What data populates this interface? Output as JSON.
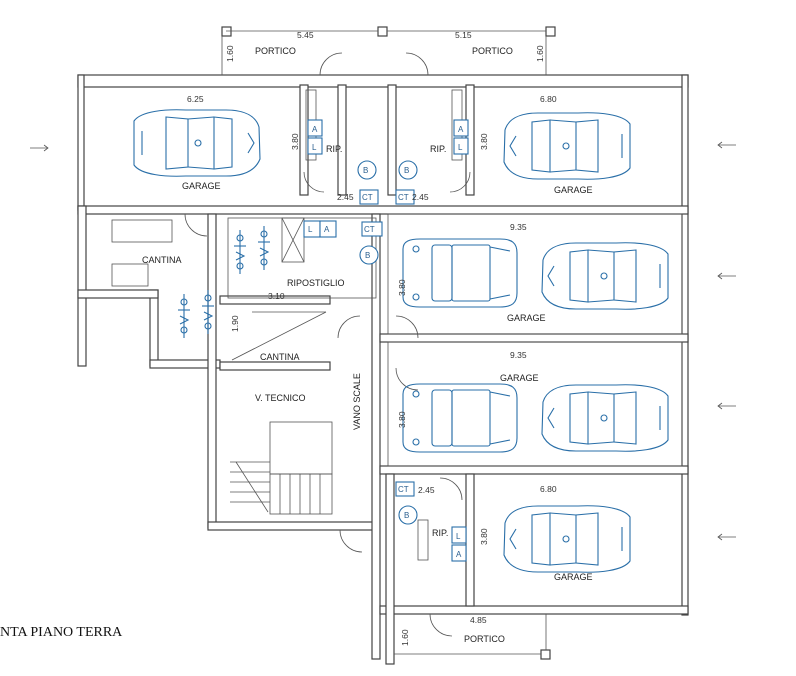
{
  "title": "NTA PIANO TERRA",
  "rooms": {
    "portico_tl": "PORTICO",
    "portico_tr": "PORTICO",
    "portico_b": "PORTICO",
    "garage_1": "GARAGE",
    "garage_2": "GARAGE",
    "garage_3": "GARAGE",
    "garage_4": "GARAGE",
    "garage_5": "GARAGE",
    "cantina_1": "CANTINA",
    "cantina_2": "CANTINA",
    "ripostiglio": "RIPOSTIGLIO",
    "rip_1": "RIP.",
    "rip_2": "RIP.",
    "rip_3": "RIP.",
    "v_tecnico": "V. TECNICO",
    "vano_scale": "VANO SCALE"
  },
  "dimensions": {
    "d_545": "5.45",
    "d_515": "5.15",
    "d_160a": "1.60",
    "d_160b": "1.60",
    "d_160c": "1.60",
    "d_625": "6.25",
    "d_680a": "6.80",
    "d_680b": "6.80",
    "d_380a": "3.80",
    "d_380b": "3.80",
    "d_380c": "3.80",
    "d_380d": "3.80",
    "d_380e": "3.80",
    "d_245a": "2.45",
    "d_245b": "2.45",
    "d_245c": "2.45",
    "d_935a": "9.35",
    "d_935b": "9.35",
    "d_310": "3.10",
    "d_190": "1.90",
    "d_485": "4.85"
  },
  "markers": {
    "a": "A",
    "l": "L",
    "b": "B",
    "ct": "CT"
  }
}
